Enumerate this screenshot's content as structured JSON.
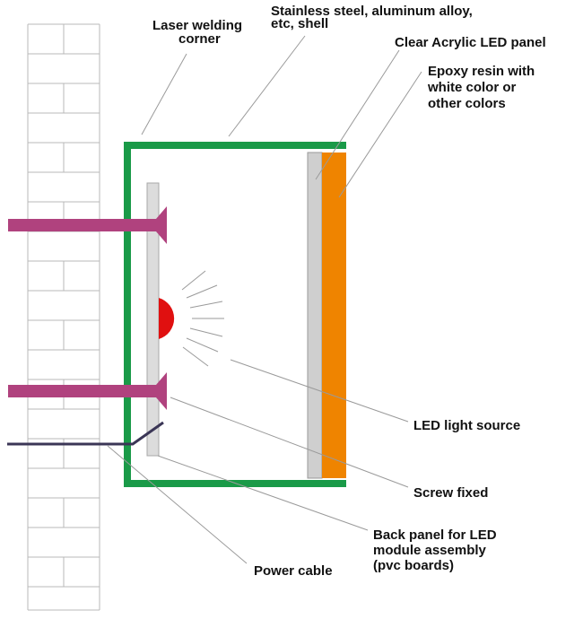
{
  "labels": {
    "laser_welding": [
      "Laser welding",
      "corner"
    ],
    "shell": [
      "Stainless steel, aluminum alloy,",
      "etc, shell"
    ],
    "acrylic": [
      "Clear Acrylic LED panel"
    ],
    "epoxy": [
      "Epoxy resin with",
      "white color or",
      "other colors"
    ],
    "led_source": [
      "LED light source"
    ],
    "screw": [
      "Screw fixed"
    ],
    "back_panel": [
      "Back panel for LED",
      "module assembly",
      "(pvc boards)"
    ],
    "power_cable": [
      "Power cable"
    ]
  },
  "colors": {
    "shell": "#1a9a48",
    "acrylic": "#cfcfcf",
    "epoxy": "#ef8400",
    "led": "#e01010",
    "screw": "#b0427e",
    "cable": "#3b3656",
    "back_panel": "#dcdcdc",
    "wall_lines": "#b8b8b8",
    "leader_lines": "#9a9a9a"
  },
  "icons": {
    "wall": "brick-wall",
    "led": "led-dome",
    "screw": "screw"
  }
}
